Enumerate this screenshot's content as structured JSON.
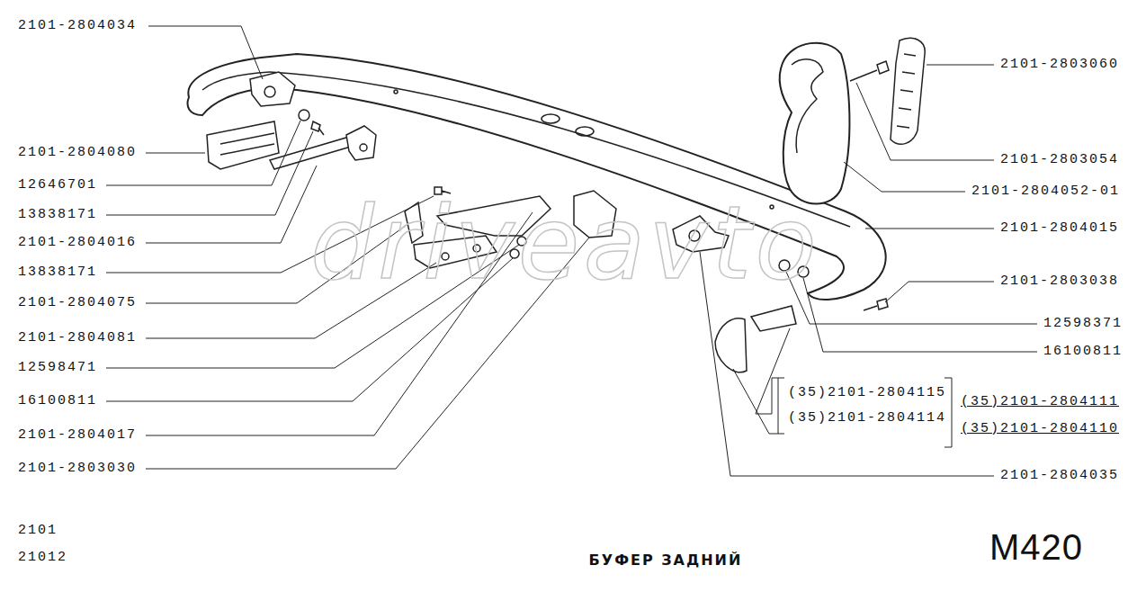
{
  "diagram": {
    "title": "БУФЕР ЗАДНИЙ",
    "labels": [
      "2101-2804034",
      "2101-2804080",
      "12646701",
      "13838171",
      "2101-2804016",
      "13838171",
      "2101-2804075",
      "2101-2804081",
      "12598471",
      "16100811",
      "2101-2804017",
      "2101-2803030",
      "2101-2803060",
      "2101-2803054",
      "2101-2804052-01",
      "2101-2804015",
      "2101-2803038",
      "12598371",
      "16100811",
      "(35)2101-2804115",
      "(35)2101-2804114",
      "(35)2101-2804111",
      "(35)2101-2804110",
      "2101-2804035",
      "2101",
      "21012",
      "M420",
      "driveavto"
    ]
  }
}
